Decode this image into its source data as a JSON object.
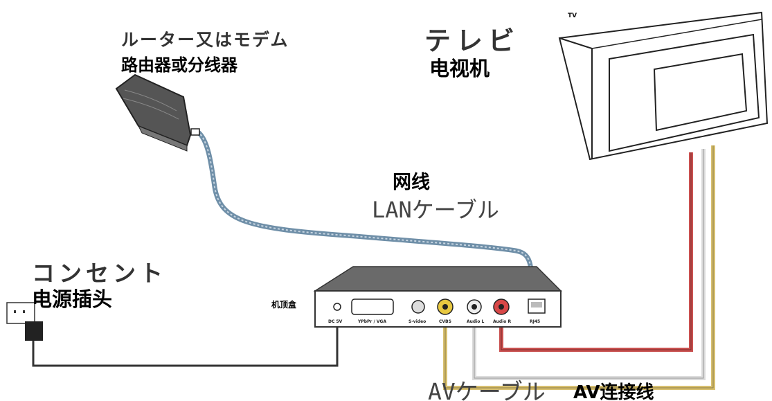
{
  "labels": {
    "router_jp": "ルーター又はモデム",
    "router_zh": "路由器或分线器",
    "tv_jp": "テレビ",
    "tv_zh": "电视机",
    "tv_small": "TV",
    "lan_zh": "网线",
    "lan_jp": "LANケーブル",
    "outlet_jp": "コンセント",
    "outlet_zh": "电源插头",
    "stb_zh": "机顶盒",
    "av_jp": "AVケーブル",
    "av_zh": "AV连接线"
  },
  "ports": [
    "DC 5V",
    "YPbPr / VGA",
    "S-video",
    "CVBS",
    "Audio L",
    "Audio R",
    "RJ45"
  ],
  "colors": {
    "cable_red": "#c9504f",
    "cable_white": "#dcdcdc",
    "cable_yellow": "#d8c070",
    "lan_cable": "#6f8fa8",
    "device": "#6a6a6a"
  }
}
